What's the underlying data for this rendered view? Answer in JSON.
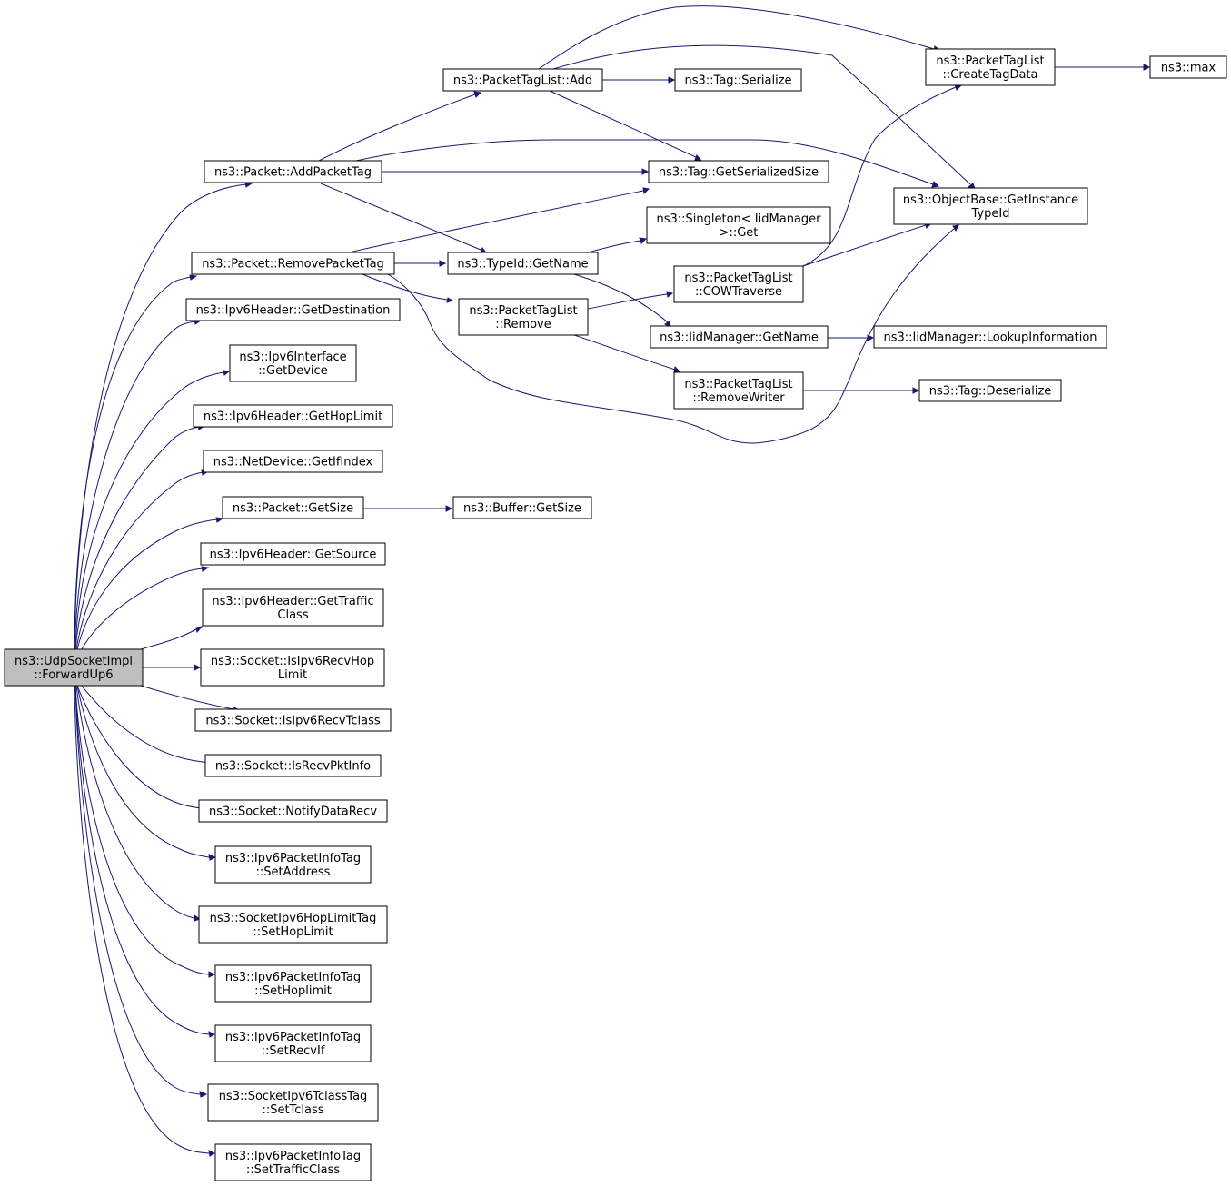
{
  "nodes": {
    "root": [
      "ns3::UdpSocketImpl",
      "::ForwardUp6"
    ],
    "add_packet_tag": [
      "ns3::Packet::AddPacketTag"
    ],
    "remove_packet_tag": [
      "ns3::Packet::RemovePacketTag"
    ],
    "ipv6_get_destination": [
      "ns3::Ipv6Header::GetDestination"
    ],
    "ipv6_interface_get_device": [
      "ns3::Ipv6Interface",
      "::GetDevice"
    ],
    "ipv6_get_hop_limit": [
      "ns3::Ipv6Header::GetHopLimit"
    ],
    "netdevice_get_ifindex": [
      "ns3::NetDevice::GetIfIndex"
    ],
    "packet_get_size": [
      "ns3::Packet::GetSize"
    ],
    "ipv6_get_source": [
      "ns3::Ipv6Header::GetSource"
    ],
    "ipv6_get_traffic_class": [
      "ns3::Ipv6Header::GetTraffic",
      "Class"
    ],
    "socket_is_recv_hop_limit": [
      "ns3::Socket::IsIpv6RecvHop",
      "Limit"
    ],
    "socket_is_recv_tclass": [
      "ns3::Socket::IsIpv6RecvTclass"
    ],
    "socket_is_recv_pktinfo": [
      "ns3::Socket::IsRecvPktInfo"
    ],
    "socket_notify_data_recv": [
      "ns3::Socket::NotifyDataRecv"
    ],
    "pktinfo_set_address": [
      "ns3::Ipv6PacketInfoTag",
      "::SetAddress"
    ],
    "hoplimit_tag_set_hop_limit": [
      "ns3::SocketIpv6HopLimitTag",
      "::SetHopLimit"
    ],
    "pktinfo_set_hoplimit": [
      "ns3::Ipv6PacketInfoTag",
      "::SetHoplimit"
    ],
    "pktinfo_set_recvif": [
      "ns3::Ipv6PacketInfoTag",
      "::SetRecvIf"
    ],
    "tclass_tag_set_tclass": [
      "ns3::SocketIpv6TclassTag",
      "::SetTclass"
    ],
    "pktinfo_set_traffic_class": [
      "ns3::Ipv6PacketInfoTag",
      "::SetTrafficClass"
    ],
    "tag_list_add": [
      "ns3::PacketTagList::Add"
    ],
    "typeid_get_name": [
      "ns3::TypeId::GetName"
    ],
    "tag_list_remove": [
      "ns3::PacketTagList",
      "::Remove"
    ],
    "buffer_get_size": [
      "ns3::Buffer::GetSize"
    ],
    "tag_serialize": [
      "ns3::Tag::Serialize"
    ],
    "tag_get_serialized_size": [
      "ns3::Tag::GetSerializedSize"
    ],
    "singleton_get": [
      "ns3::Singleton< IidManager",
      ">::Get"
    ],
    "tag_list_cow_traverse": [
      "ns3::PacketTagList",
      "::COWTraverse"
    ],
    "iidmanager_get_name": [
      "ns3::IidManager::GetName"
    ],
    "tag_list_remove_writer": [
      "ns3::PacketTagList",
      "::RemoveWriter"
    ],
    "tag_list_create_tag_data": [
      "ns3::PacketTagList",
      "::CreateTagData"
    ],
    "objectbase_get_instance_typeid": [
      "ns3::ObjectBase::GetInstance",
      "TypeId"
    ],
    "iidmanager_lookup_information": [
      "ns3::IidManager::LookupInformation"
    ],
    "tag_deserialize": [
      "ns3::Tag::Deserialize"
    ],
    "ns3_max": [
      "ns3::max"
    ]
  },
  "colors": {
    "edge": "#191970",
    "root_fill": "#bfbfbf",
    "node_fill": "#ffffff",
    "node_border": "#000000"
  }
}
